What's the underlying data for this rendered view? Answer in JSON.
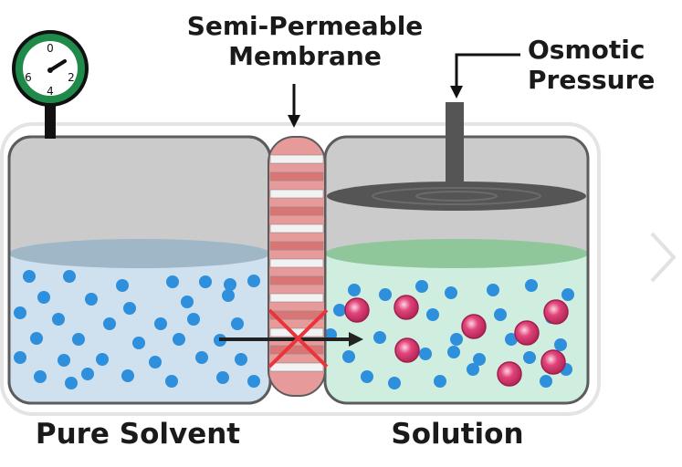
{
  "labels": {
    "membrane_line1": "Semi-Permeable",
    "membrane_line2": "Membrane",
    "pressure_line1": "Osmotic",
    "pressure_line2": "Pressure",
    "left_container": "Pure Solvent",
    "right_container": "Solution"
  },
  "gauge": {
    "ticks": [
      "0",
      "2",
      "4",
      "6"
    ]
  },
  "colors": {
    "container_fill": "#cbcbcb",
    "container_stroke": "#5c5c5c",
    "solvent_liquid": "#cfe1ee",
    "solvent_surface": "#9fb7c7",
    "solution_liquid": "#cfeee0",
    "solution_surface": "#8fc79a",
    "solvent_particle": "#2e8fdc",
    "solute_particle": "#e0447a",
    "membrane": "#e79a9a",
    "membrane_band": "#d97575",
    "gauge_ring": "#1f8a4a",
    "piston": "#555555",
    "cross": "#e8343a",
    "arrow": "#222222"
  },
  "icons": {
    "gauge": "pressure-gauge-icon",
    "next": "chevron-right-icon"
  }
}
